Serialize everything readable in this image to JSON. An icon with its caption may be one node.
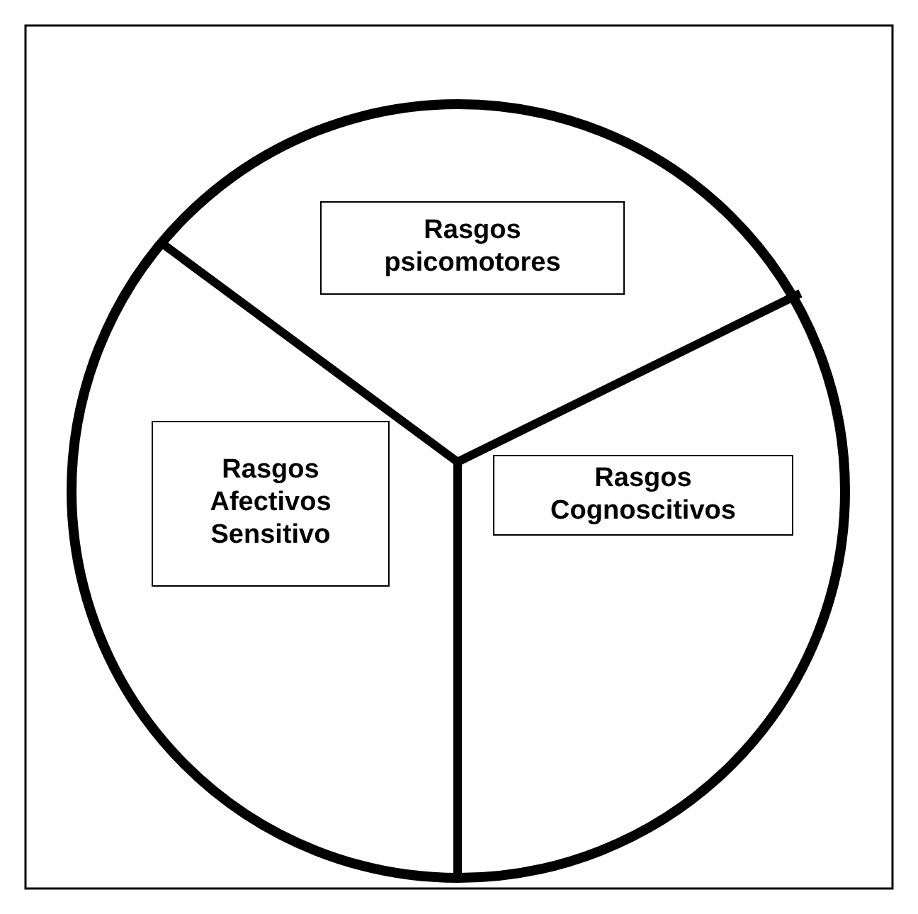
{
  "diagram": {
    "nodes": [
      {
        "text": [],
        "shape": "circle"
      },
      {
        "text": [
          "Rasgos psicomotores"
        ],
        "in": 0
      },
      {
        "text": [
          "Rasgos Afectivos Sensitivo"
        ],
        "in": 0
      },
      {
        "text": [
          "Rasgos Cognoscitivos"
        ],
        "in": 0
      }
    ]
  }
}
